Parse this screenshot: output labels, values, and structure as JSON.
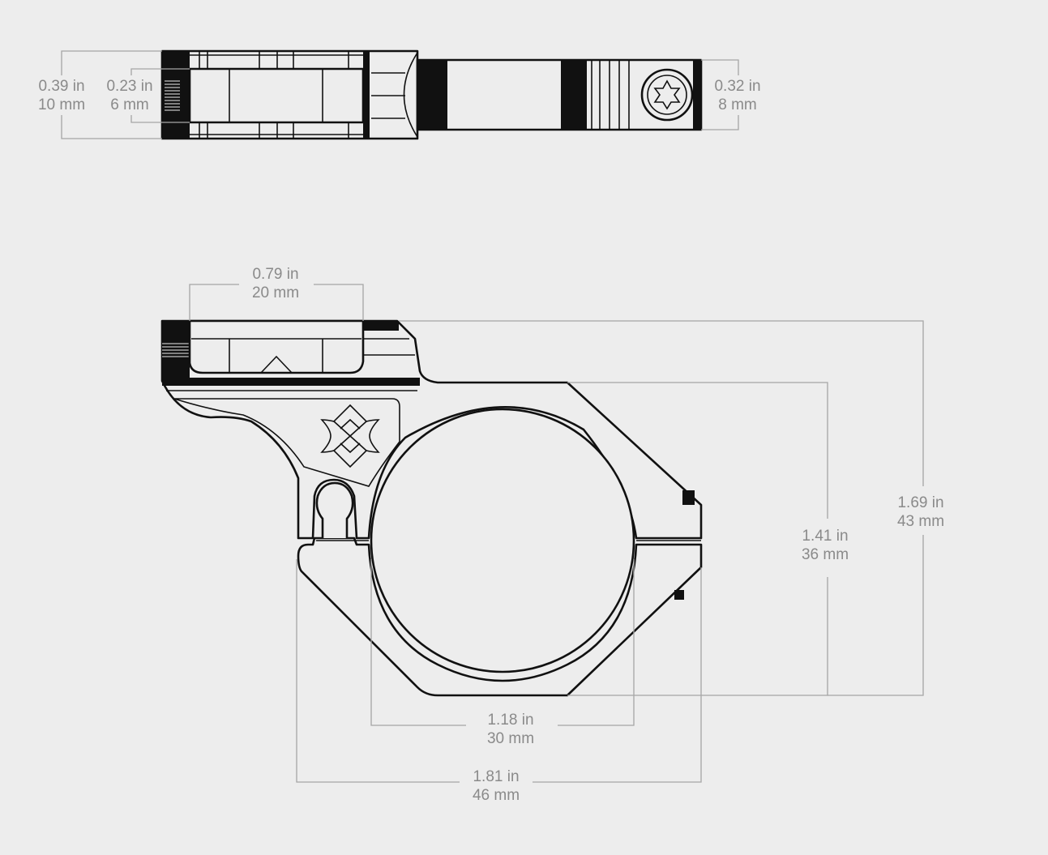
{
  "dimensions": {
    "top_view": {
      "total_height": {
        "inch": "0.39 in",
        "mm": "10 mm"
      },
      "inner_height": {
        "inch": "0.23 in",
        "mm": "6 mm"
      },
      "clamp_height": {
        "inch": "0.32 in",
        "mm": "8 mm"
      }
    },
    "side_view": {
      "rail_width": {
        "inch": "0.79 in",
        "mm": "20 mm"
      },
      "clamp_height": {
        "inch": "1.41 in",
        "mm": "36 mm"
      },
      "total_height": {
        "inch": "1.69 in",
        "mm": "43 mm"
      },
      "ring_diameter": {
        "inch": "1.18 in",
        "mm": "30 mm"
      },
      "total_width": {
        "inch": "1.81 in",
        "mm": "46 mm"
      }
    }
  },
  "icons": {
    "logo": "x-emblem-icon",
    "screw": "torx-screw-icon"
  },
  "colors": {
    "background": "#ededed",
    "outline": "#111111",
    "dimension": "#a6a6a6",
    "dimension_text": "#8a8a8a"
  }
}
